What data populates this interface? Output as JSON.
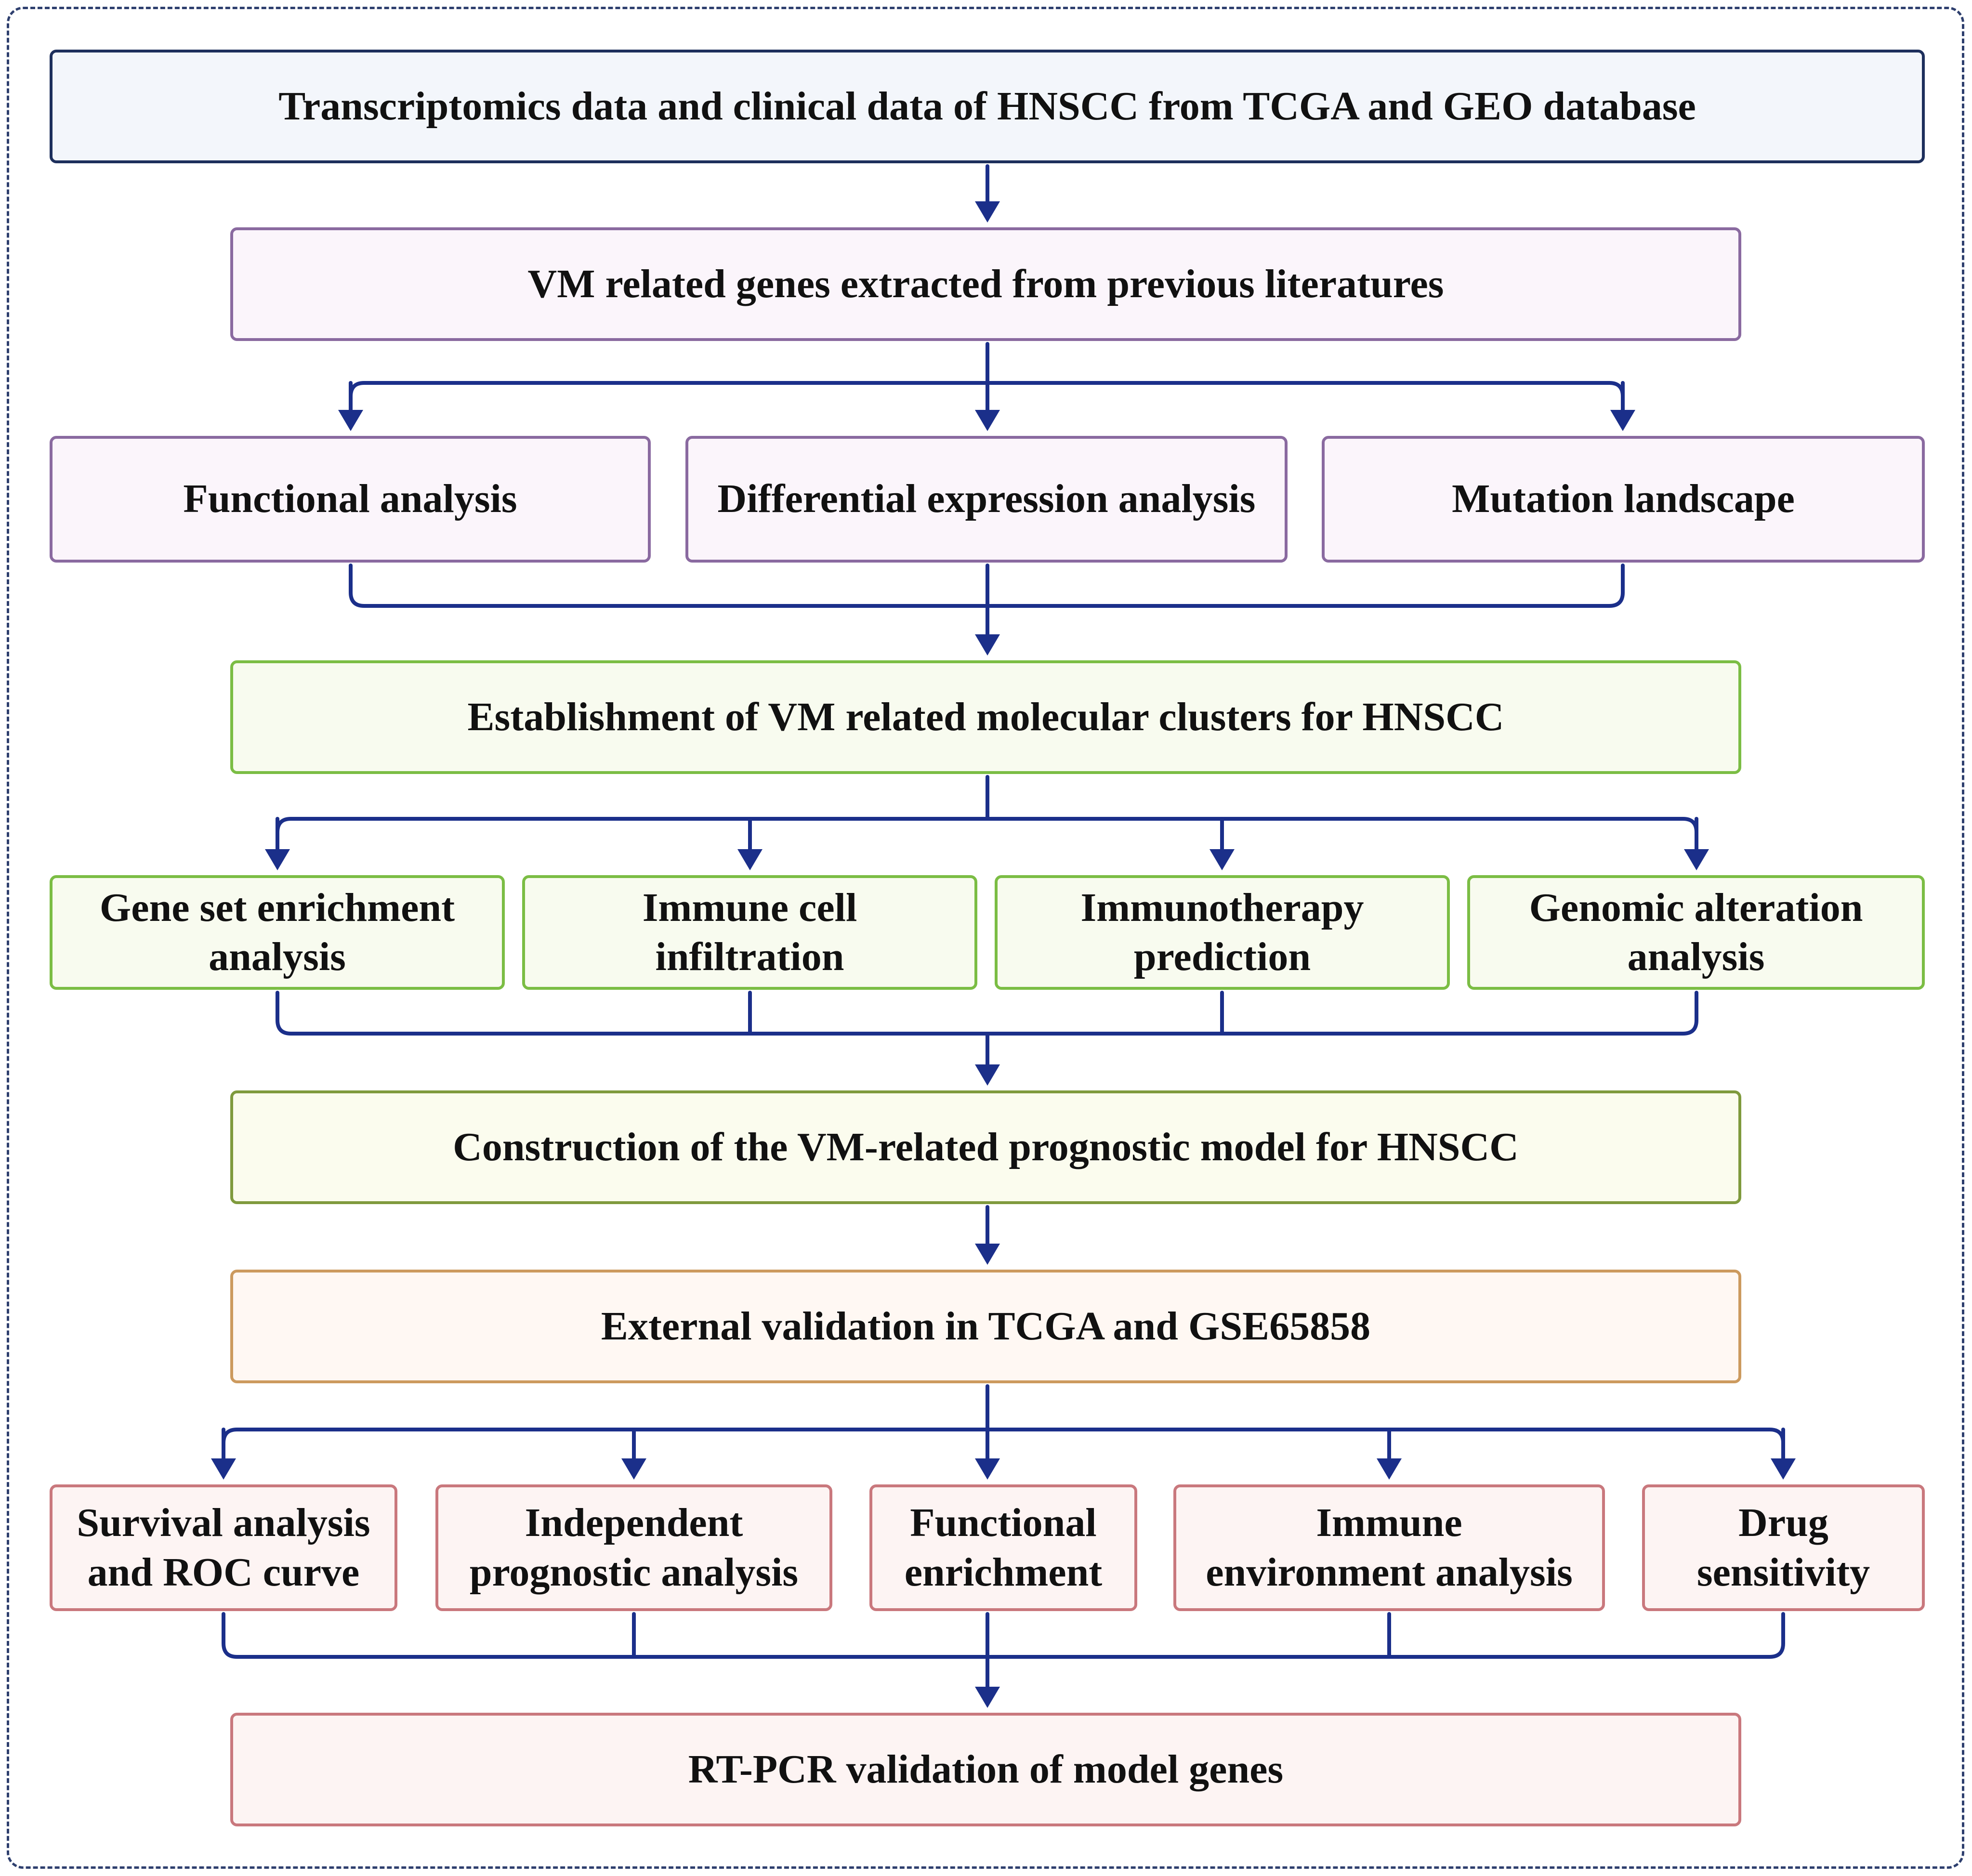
{
  "colors": {
    "connector": "#1b2f8a",
    "frame": "#2e3f6e",
    "blue_border": "#1d2f5c",
    "blue_fill": "#f3f6fb",
    "purple_border": "#8a6aa0",
    "purple_fill": "#fbf5fb",
    "green_border": "#7bbd44",
    "green_fill": "#f8fbef",
    "olive_border": "#7f9a3d",
    "olive_fill": "#fbfcee",
    "orange_border": "#cc9a5e",
    "orange_fill": "#fff8f3",
    "red_border": "#c9787d",
    "red_fill": "#fdf4f3"
  },
  "nodes": {
    "data_source": "Transcriptomics data and clinical data of HNSCC from TCGA and GEO database",
    "vm_genes": "VM related genes extracted from previous literatures",
    "functional_analysis": "Functional analysis",
    "differential_expression": "Differential expression analysis",
    "mutation_landscape": "Mutation landscape",
    "molecular_clusters": "Establishment of VM related molecular clusters for HNSCC",
    "gsea": [
      "Gene set enrichment",
      "analysis"
    ],
    "immune_infiltration": [
      "Immune cell",
      "infiltration"
    ],
    "immunotherapy": [
      "Immunotherapy",
      "prediction"
    ],
    "genomic_alteration": [
      "Genomic alteration",
      "analysis"
    ],
    "prognostic_model": "Construction of the VM-related prognostic model for HNSCC",
    "external_validation": "External validation in TCGA and GSE65858",
    "survival_roc": [
      "Survival analysis",
      "and ROC curve"
    ],
    "independent_prognostic": [
      "Independent",
      "prognostic analysis"
    ],
    "functional_enrichment": [
      "Functional",
      "enrichment"
    ],
    "immune_environment": [
      "Immune",
      "environment analysis"
    ],
    "drug_sensitivity": [
      "Drug",
      "sensitivity"
    ],
    "rtpcr": "RT-PCR validation of model genes"
  }
}
